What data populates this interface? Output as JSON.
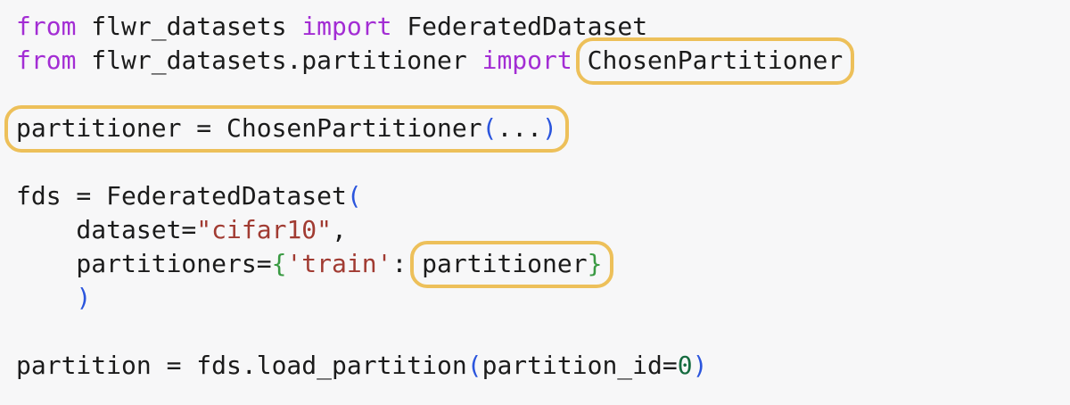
{
  "colors": {
    "background": "#f7f7f8",
    "text": "#1b1b1b",
    "keyword": "#a32dd4",
    "string": "#a13b32",
    "paren": "#2b55dd",
    "brace": "#3a9a43",
    "number": "#156b3f",
    "highlight_ring": "#edc05a"
  },
  "code": {
    "language": "python",
    "lines": [
      {
        "name": "line-import-federateddataset",
        "tokens": [
          {
            "t": "kw",
            "v": "from"
          },
          {
            "t": "txt",
            "v": " flwr_datasets "
          },
          {
            "t": "kw",
            "v": "import"
          },
          {
            "t": "txt",
            "v": " FederatedDataset"
          }
        ]
      },
      {
        "name": "line-import-chosenpartitioner",
        "tokens": [
          {
            "t": "kw",
            "v": "from"
          },
          {
            "t": "txt",
            "v": " flwr_datasets.partitioner "
          },
          {
            "t": "kw",
            "v": "import"
          },
          {
            "t": "txt",
            "v": " "
          },
          {
            "hl": "chosen-partitioner-ring",
            "tokens": [
              {
                "t": "txt",
                "v": "ChosenPartitioner"
              }
            ]
          }
        ]
      },
      {
        "name": "line-blank",
        "tokens": []
      },
      {
        "name": "line-create-partitioner",
        "tokens": [
          {
            "hl": "partitioner-assignment-ring",
            "tokens": [
              {
                "t": "txt",
                "v": "partitioner = ChosenPartitioner"
              },
              {
                "t": "par",
                "v": "("
              },
              {
                "t": "txt",
                "v": "..."
              },
              {
                "t": "par",
                "v": ")"
              }
            ]
          }
        ]
      },
      {
        "name": "line-blank",
        "tokens": []
      },
      {
        "name": "line-fds-constructor",
        "tokens": [
          {
            "t": "txt",
            "v": "fds = FederatedDataset"
          },
          {
            "t": "par",
            "v": "("
          }
        ]
      },
      {
        "name": "line-dataset-arg",
        "tokens": [
          {
            "t": "txt",
            "v": "    dataset="
          },
          {
            "t": "str",
            "v": "\"cifar10\""
          },
          {
            "t": "txt",
            "v": ","
          }
        ]
      },
      {
        "name": "line-partitioners-arg",
        "tokens": [
          {
            "t": "txt",
            "v": "    partitioners="
          },
          {
            "t": "brc",
            "v": "{"
          },
          {
            "t": "str",
            "v": "'train'"
          },
          {
            "t": "txt",
            "v": ": "
          },
          {
            "hl": "partitioner-usage-ring",
            "tokens": [
              {
                "t": "txt",
                "v": "partitioner"
              },
              {
                "t": "brc",
                "v": "}"
              }
            ]
          }
        ]
      },
      {
        "name": "line-close-paren",
        "tokens": [
          {
            "t": "txt",
            "v": "    "
          },
          {
            "t": "par",
            "v": ")"
          }
        ]
      },
      {
        "name": "line-blank",
        "tokens": []
      },
      {
        "name": "line-load-partition",
        "tokens": [
          {
            "t": "txt",
            "v": "partition = fds.load_partition"
          },
          {
            "t": "par",
            "v": "("
          },
          {
            "t": "txt",
            "v": "partition_id="
          },
          {
            "t": "num",
            "v": "0"
          },
          {
            "t": "par",
            "v": ")"
          }
        ]
      }
    ]
  }
}
